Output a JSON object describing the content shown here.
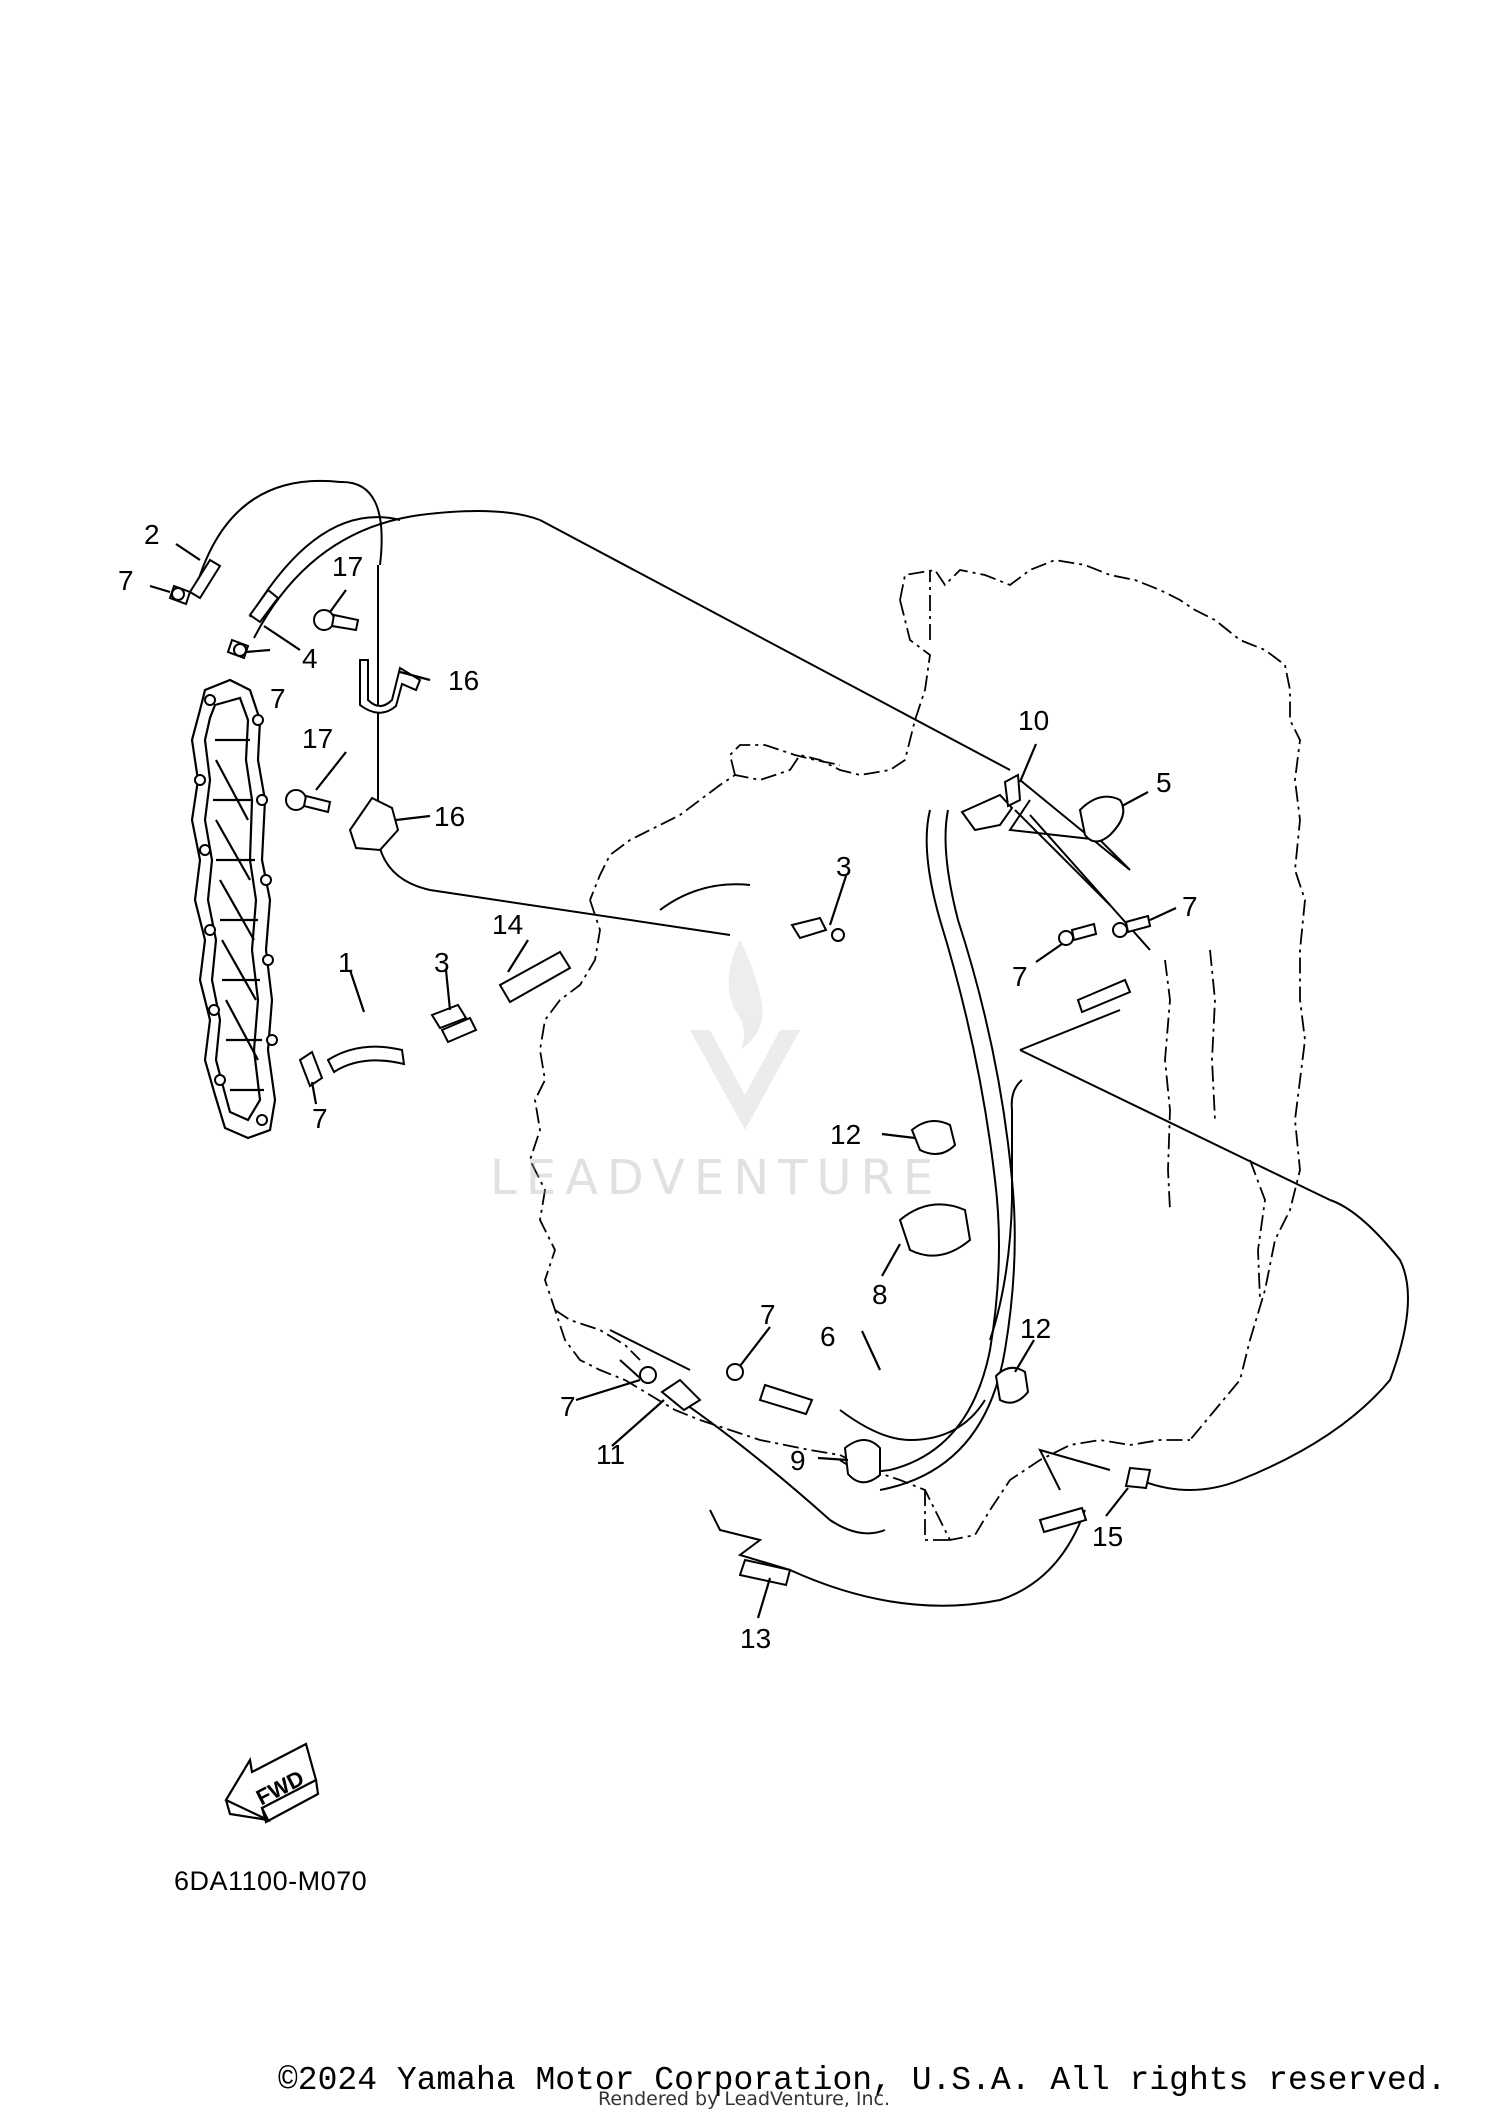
{
  "diagram": {
    "callouts": [
      "1",
      "2",
      "3",
      "3",
      "4",
      "5",
      "6",
      "7",
      "7",
      "7",
      "7",
      "7",
      "7",
      "7",
      "8",
      "9",
      "10",
      "11",
      "12",
      "12",
      "13",
      "14",
      "15",
      "16",
      "16",
      "17",
      "17"
    ],
    "fwd_label": "FWD",
    "reference_code": "6DA1100-M070"
  },
  "watermark": {
    "brand": "LEADVENTURE"
  },
  "footer": {
    "copyright": "©2024 Yamaha Motor Corporation, U.S.A. All rights reserved.",
    "rendered_by": "Rendered by LeadVenture, Inc."
  }
}
